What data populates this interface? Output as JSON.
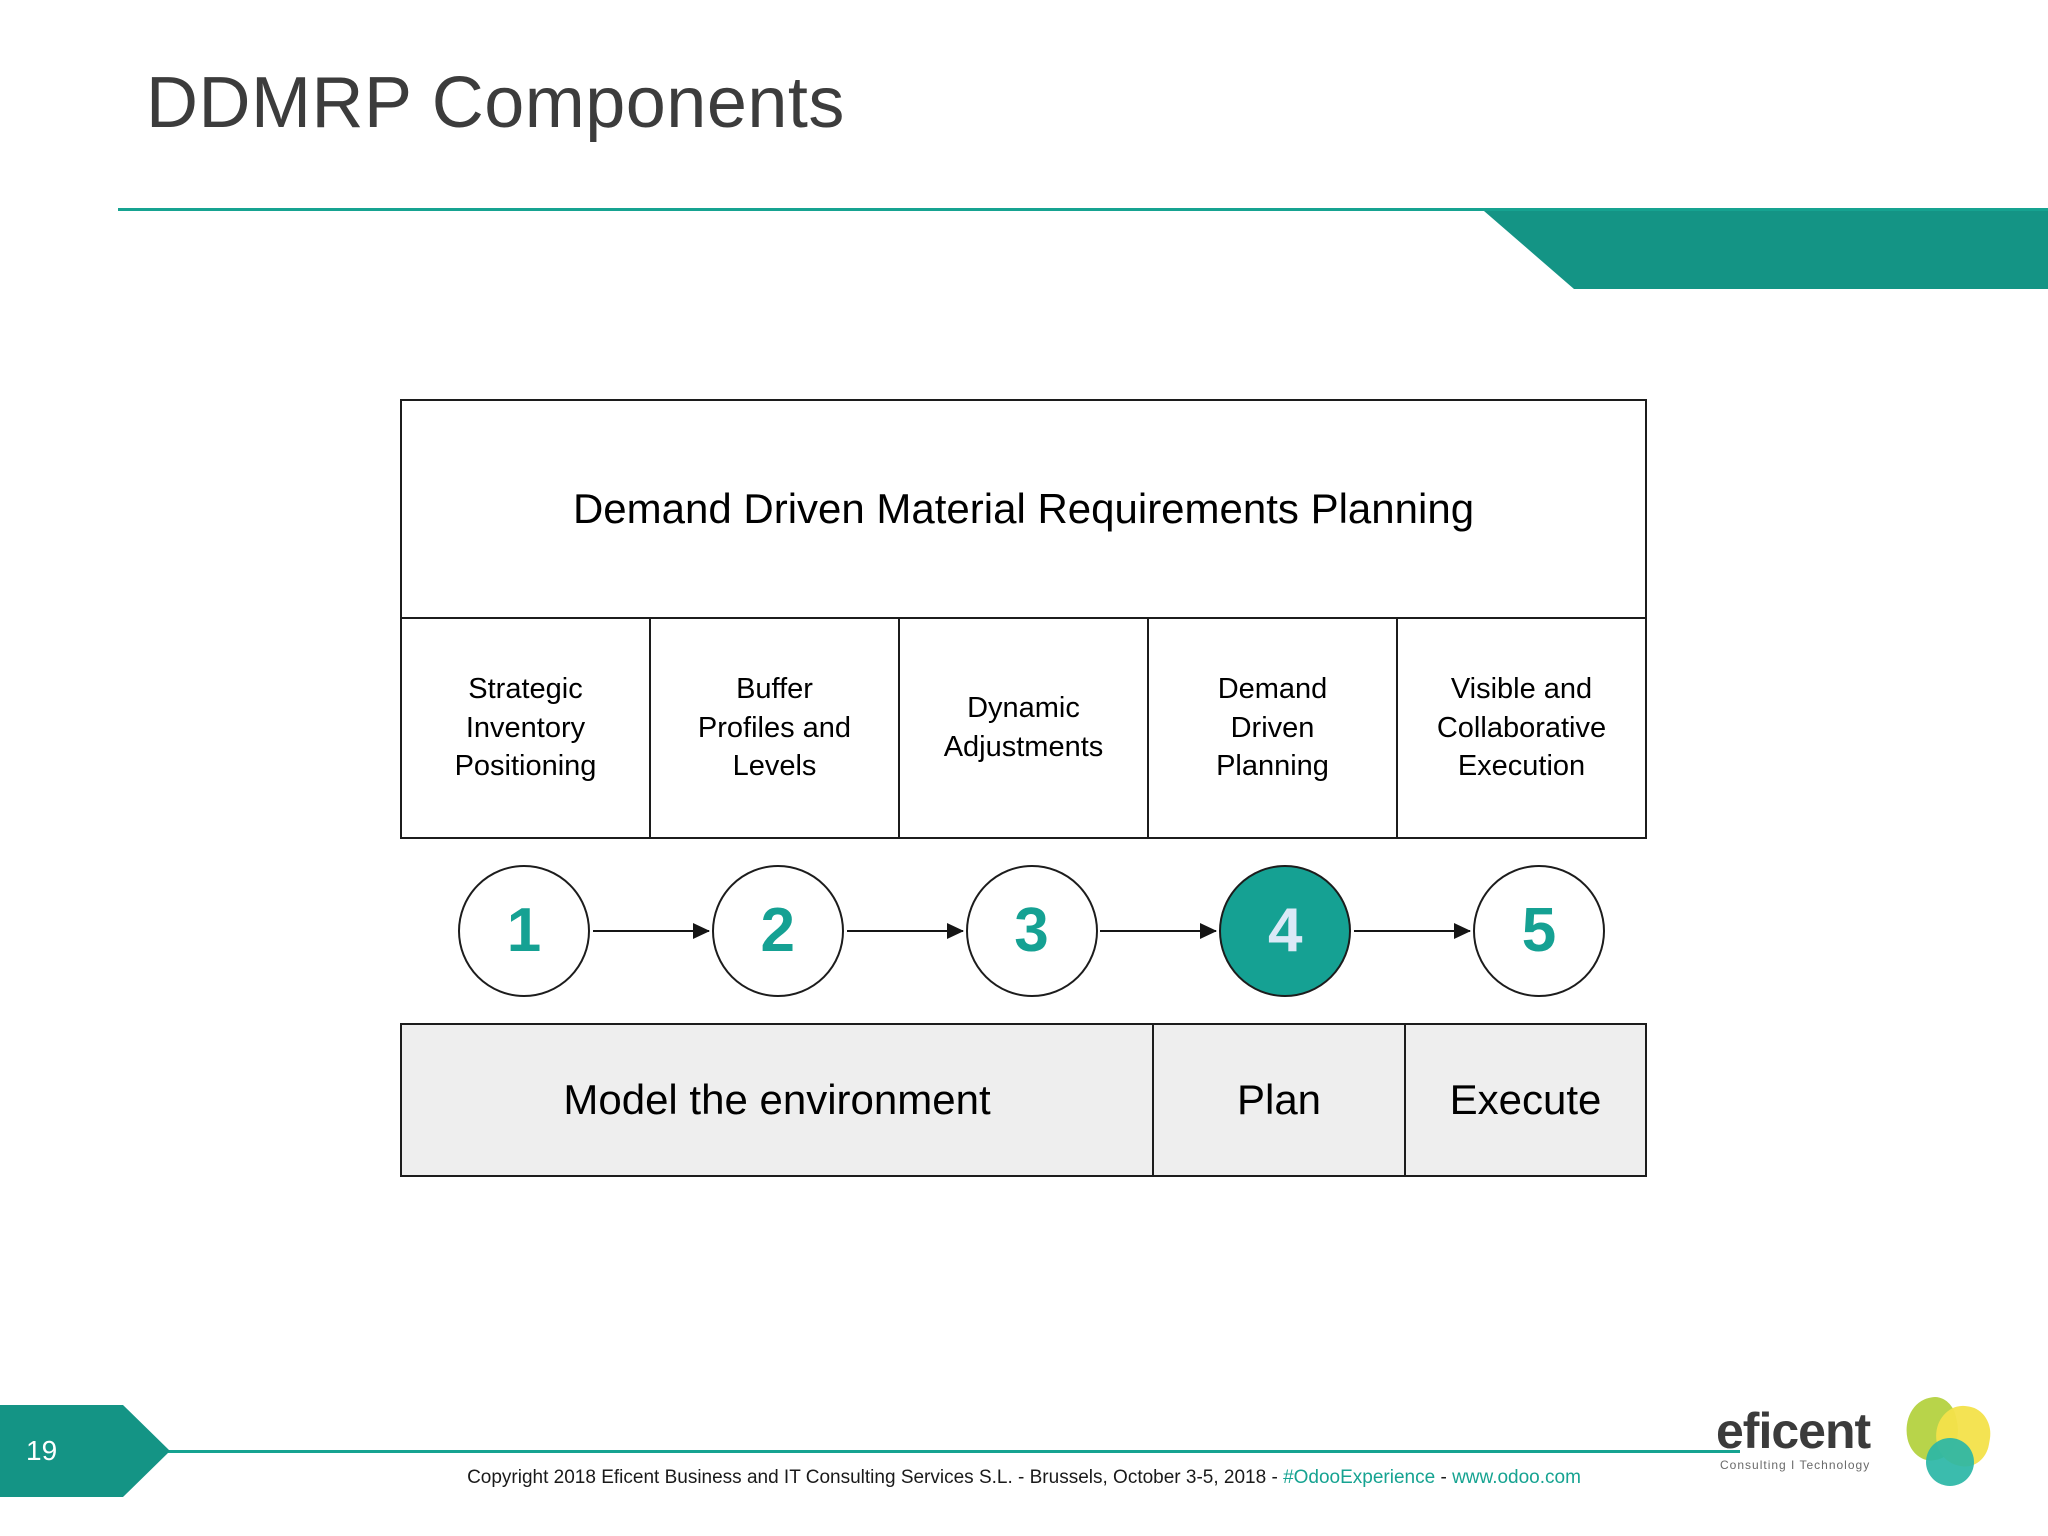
{
  "slide": {
    "title": "DDMRP Components",
    "accent_color": "#149485",
    "page_number": "19"
  },
  "diagram": {
    "header": "Demand Driven Material Requirements Planning",
    "components": [
      {
        "line1": "Strategic",
        "line2": "Inventory",
        "line3": "Positioning"
      },
      {
        "line1": "Buffer",
        "line2": "Profiles and",
        "line3": "Levels"
      },
      {
        "line1": "Dynamic",
        "line2": "Adjustments",
        "line3": ""
      },
      {
        "line1": "Demand",
        "line2": "Driven",
        "line3": "Planning"
      },
      {
        "line1": "Visible and",
        "line2": "Collaborative",
        "line3": "Execution"
      }
    ],
    "steps": [
      {
        "label": "1",
        "highlighted": false
      },
      {
        "label": "2",
        "highlighted": false
      },
      {
        "label": "3",
        "highlighted": false
      },
      {
        "label": "4",
        "highlighted": true
      },
      {
        "label": "5",
        "highlighted": false
      }
    ],
    "phases": [
      {
        "label": "Model the environment"
      },
      {
        "label": "Plan"
      },
      {
        "label": "Execute"
      }
    ]
  },
  "footer": {
    "copyright_prefix": "Copyright 2018 Eficent Business and IT Consulting Services S.L.  -  Brussels, October 3-5, 2018 - ",
    "hashtag": "#OdooExperience",
    "separator": "  -  ",
    "website": "www.odoo.com"
  },
  "logo": {
    "word": "eficent",
    "tagline": "Consulting I Technology"
  }
}
